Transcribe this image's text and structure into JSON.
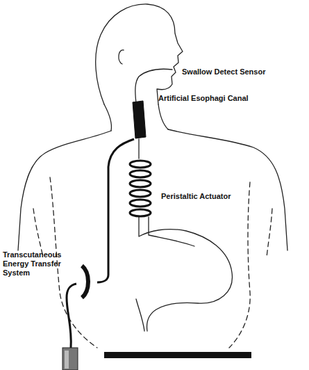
{
  "diagram": {
    "labels": [
      "Swallow Detect Sensor",
      "Artificial Esophagi Canal",
      "Peristaltic Actuator",
      "Transcutaneous Energy Transfer System"
    ]
  }
}
